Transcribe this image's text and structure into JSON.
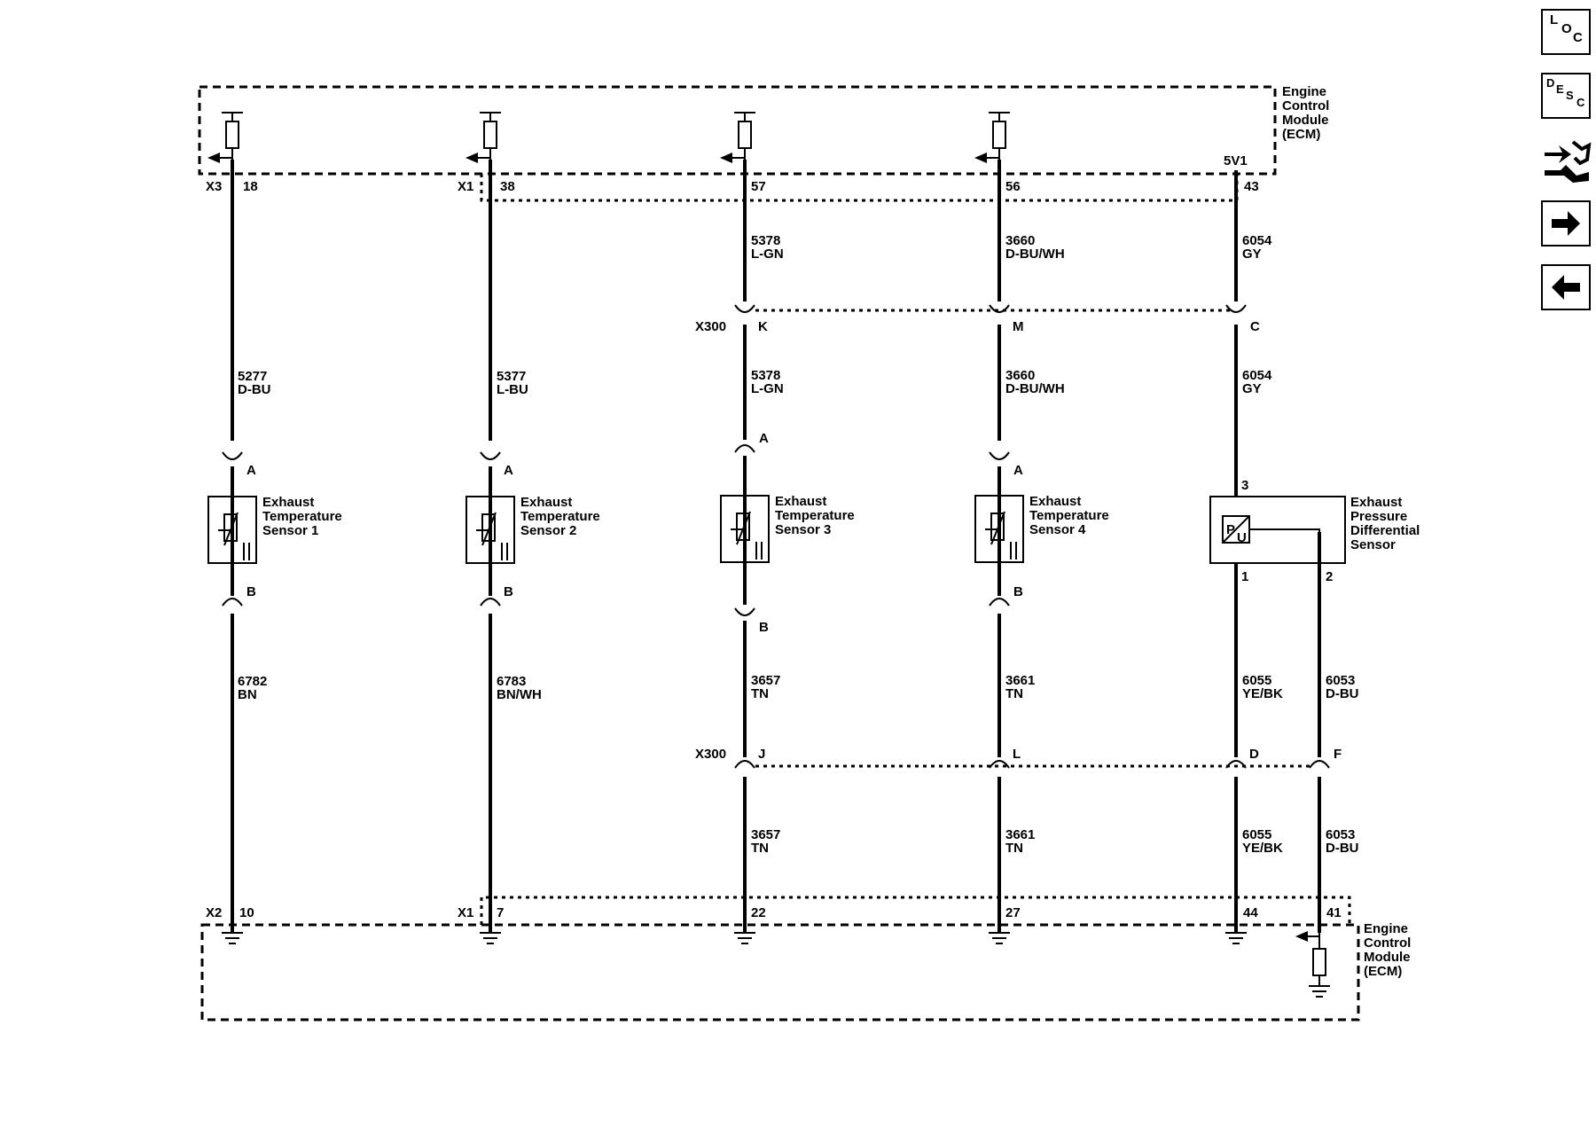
{
  "ecm_label": [
    "Engine",
    "Control",
    "Module",
    "(ECM)"
  ],
  "top_connectors": {
    "x3": "X3",
    "x1": "X1"
  },
  "bottom_connectors": {
    "x2": "X2",
    "x1": "X1"
  },
  "inline_connector": "X300",
  "supply_label": "5V1",
  "circuits": [
    {
      "top_pin": "18",
      "top_wire": [
        "5277",
        "D-BU"
      ],
      "pin_a": "A",
      "name": [
        "Exhaust",
        "Temperature",
        "Sensor 1"
      ],
      "pin_b": "B",
      "bottom_wire": [
        "6782",
        "BN"
      ],
      "bottom_pin": "10"
    },
    {
      "top_pin": "38",
      "top_wire": [
        "5377",
        "L-BU"
      ],
      "pin_a": "A",
      "name": [
        "Exhaust",
        "Temperature",
        "Sensor 2"
      ],
      "pin_b": "B",
      "bottom_wire": [
        "6783",
        "BN/WH"
      ],
      "bottom_pin": "7"
    },
    {
      "top_pin": "57",
      "upper_wire": [
        "5378",
        "L-GN"
      ],
      "x300_top": "K",
      "top_wire": [
        "5378",
        "L-GN"
      ],
      "pin_a": "A",
      "name": [
        "Exhaust",
        "Temperature",
        "Sensor 3"
      ],
      "pin_b": "B",
      "mid_wire": [
        "3657",
        "TN"
      ],
      "x300_bottom": "J",
      "bottom_wire": [
        "3657",
        "TN"
      ],
      "bottom_pin": "22"
    },
    {
      "top_pin": "56",
      "upper_wire": [
        "3660",
        "D-BU/WH"
      ],
      "x300_top": "M",
      "top_wire": [
        "3660",
        "D-BU/WH"
      ],
      "pin_a": "A",
      "name": [
        "Exhaust",
        "Temperature",
        "Sensor 4"
      ],
      "pin_b": "B",
      "mid_wire": [
        "3661",
        "TN"
      ],
      "x300_bottom": "L",
      "bottom_wire": [
        "3661",
        "TN"
      ],
      "bottom_pin": "27"
    },
    {
      "top_pin": "43",
      "upper_wire": [
        "6054",
        "GY"
      ],
      "x300_top": "C",
      "top_wire": [
        "6054",
        "GY"
      ],
      "pin_3": "3",
      "name": [
        "Exhaust",
        "Pressure",
        "Differential",
        "Sensor"
      ],
      "pin_1": "1",
      "pin_2": "2",
      "symbol_p": "P",
      "symbol_u": "U",
      "mid_wire_1": [
        "6055",
        "YE/BK"
      ],
      "mid_wire_2": [
        "6053",
        "D-BU"
      ],
      "x300_bottom_1": "D",
      "x300_bottom_2": "F",
      "bottom_wire_1": [
        "6055",
        "YE/BK"
      ],
      "bottom_wire_2": [
        "6053",
        "D-BU"
      ],
      "bottom_pin_1": "44",
      "bottom_pin_2": "41"
    }
  ],
  "nav": {
    "loc": [
      "L",
      "O",
      "C"
    ],
    "desc": [
      "D",
      "E",
      "S",
      "C"
    ],
    "icons": [
      "connector-tool-icon",
      "arrow-right-icon",
      "arrow-left-icon"
    ]
  }
}
